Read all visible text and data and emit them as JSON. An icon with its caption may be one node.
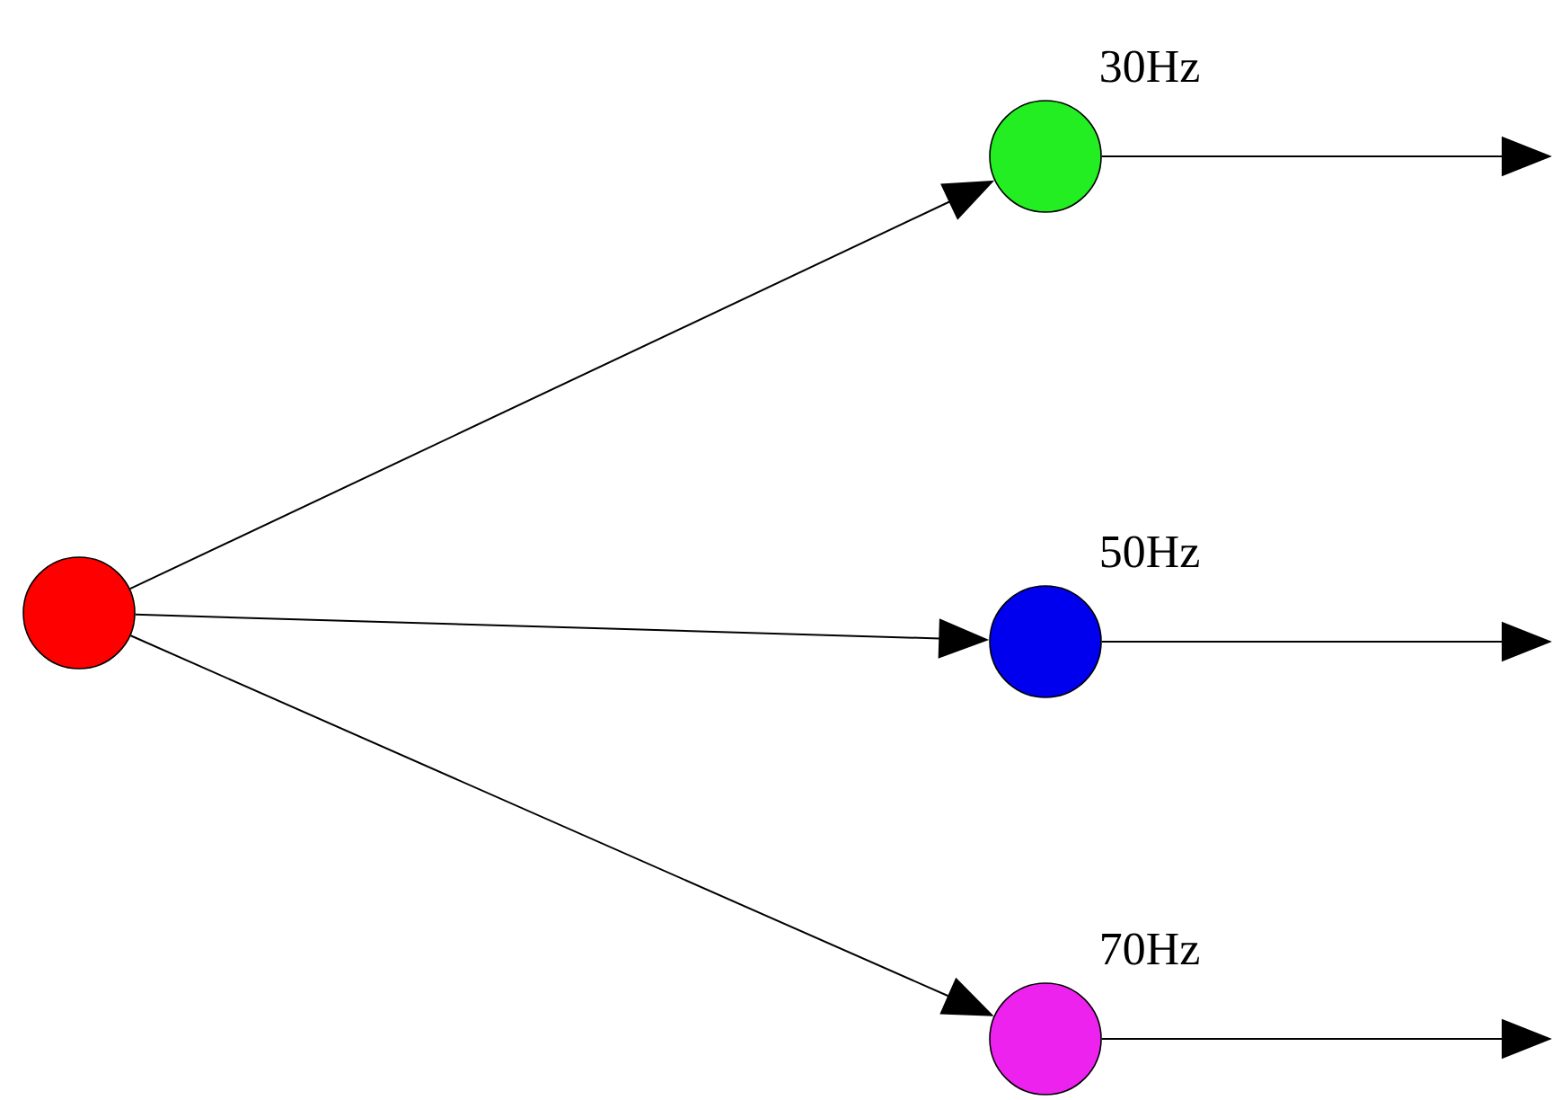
{
  "diagram": {
    "nodes": [
      {
        "text": [],
        "shape": "circle"
      },
      {
        "text": [],
        "shape": "circle",
        "beside": [
          "30Hz"
        ]
      },
      {
        "text": [],
        "shape": "circle",
        "beside": [
          "50Hz"
        ]
      },
      {
        "text": [],
        "shape": "circle",
        "beside": [
          "70Hz"
        ]
      }
    ],
    "edges": [
      {
        "from": 0,
        "to": 1,
        "arrow": "to"
      },
      {
        "from": 0,
        "to": 2,
        "arrow": "to"
      },
      {
        "from": 0,
        "to": 3,
        "arrow": "to"
      },
      {
        "from": 1,
        "to": null,
        "arrow": "to"
      },
      {
        "from": 2,
        "to": null,
        "arrow": "to"
      },
      {
        "from": 3,
        "to": null,
        "arrow": "to"
      }
    ]
  }
}
